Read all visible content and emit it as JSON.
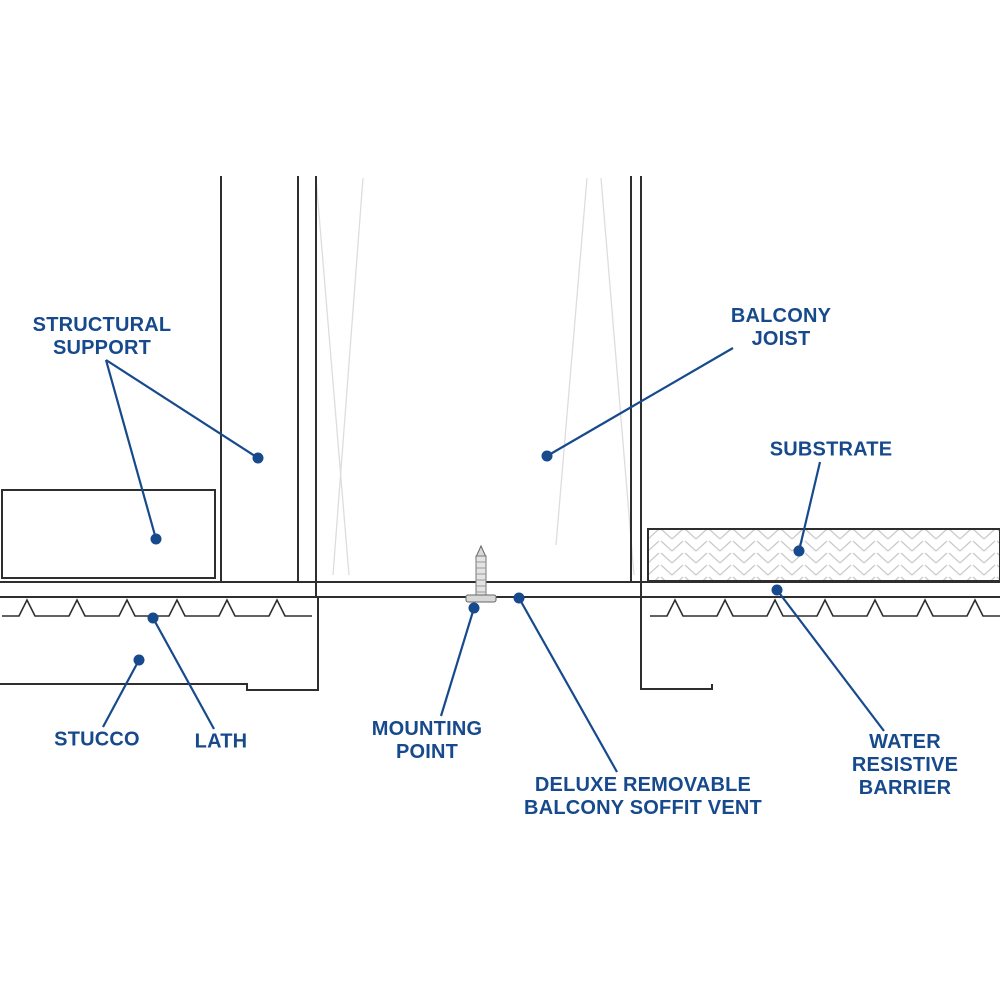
{
  "labels": {
    "structural_support": "STRUCTURAL SUPPORT",
    "balcony_joist": "BALCONY JOIST",
    "substrate": "SUBSTRATE",
    "stucco": "STUCCO",
    "lath": "LATH",
    "mounting_point": "MOUNTING POINT",
    "deluxe_vent": "DELUXE REMOVABLE BALCONY SOFFIT VENT",
    "water_resistive_barrier": "WATER RESISTIVE BARRIER"
  },
  "icons": {
    "mounting_screw": "screw-icon"
  },
  "colors": {
    "label_text": "#174a8c",
    "leader_line": "#174a8c",
    "drawing_line": "#2e2e2e",
    "faint_line": "#dddddd",
    "substrate_hatch": "#c9c9c9",
    "background": "#ffffff"
  }
}
